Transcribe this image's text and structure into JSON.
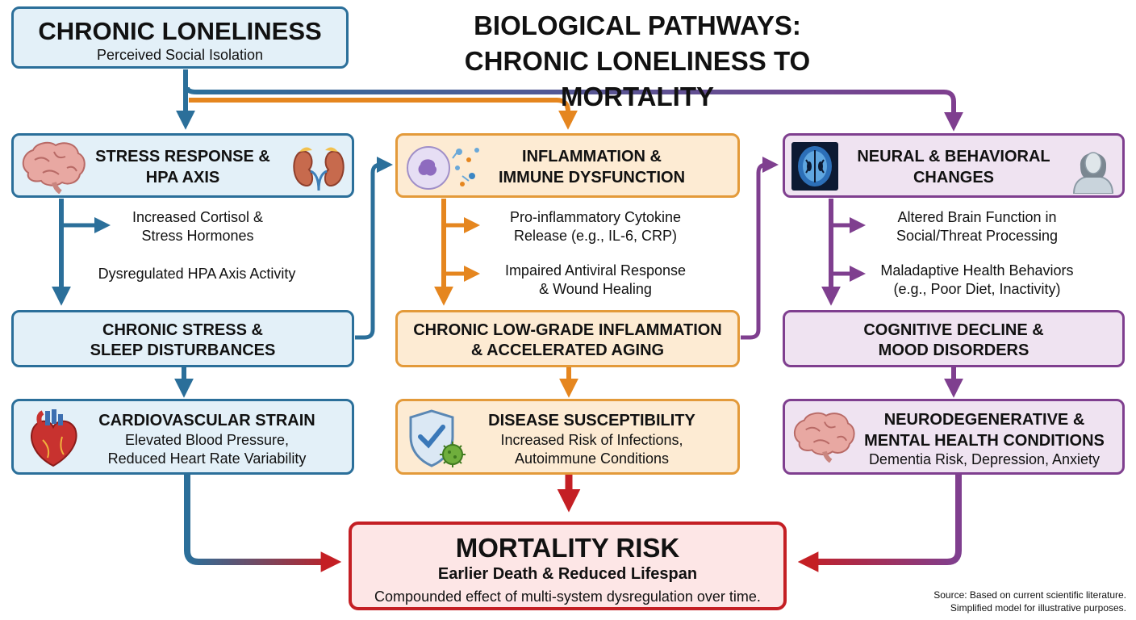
{
  "title": {
    "line1": "BIOLOGICAL PATHWAYS:",
    "line2": "CHRONIC LONELINESS TO MORTALITY"
  },
  "source": {
    "line1": "Source: Based on current scientific literature.",
    "line2": "Simplified model for illustrative purposes."
  },
  "colors": {
    "blue": "#2b6f9a",
    "orange": "#e5861f",
    "purple": "#7f3f8f",
    "red": "#c41f24"
  },
  "top": {
    "heading": "CHRONIC LONELINESS",
    "sub": "Perceived Social Isolation"
  },
  "stress": {
    "heading1": "STRESS RESPONSE &",
    "heading2": "HPA AXIS",
    "label1a": "Increased Cortisol &",
    "label1b": "Stress Hormones",
    "label2": "Dysregulated HPA Axis Activity",
    "mid1": "CHRONIC STRESS &",
    "mid2": "SLEEP DISTURBANCES",
    "out_heading": "CARDIOVASCULAR STRAIN",
    "out1": "Elevated Blood Pressure,",
    "out2": "Reduced Heart Rate Variability",
    "icons": [
      "brain-icon",
      "kidney-adrenal-icon",
      "heart-icon"
    ]
  },
  "inflammation": {
    "heading1": "INFLAMMATION &",
    "heading2": "IMMUNE DYSFUNCTION",
    "label1a": "Pro-inflammatory Cytokine",
    "label1b": "Release (e.g., IL-6, CRP)",
    "label2a": "Impaired Antiviral Response",
    "label2b": "& Wound Healing",
    "mid1": "CHRONIC LOW-GRADE INFLAMMATION",
    "mid2": "& ACCELERATED AGING",
    "out_heading": "DISEASE SUSCEPTIBILITY",
    "out1": "Increased Risk of Infections,",
    "out2": "Autoimmune Conditions",
    "icons": [
      "immune-cell-icon",
      "shield-check-icon"
    ]
  },
  "neural": {
    "heading1": "NEURAL & BEHAVIORAL",
    "heading2": "CHANGES",
    "label1a": "Altered Brain Function in",
    "label1b": "Social/Threat Processing",
    "label2a": "Maladaptive Health Behaviors",
    "label2b": "(e.g., Poor Diet, Inactivity)",
    "mid1": "COGNITIVE DECLINE &",
    "mid2": "MOOD DISORDERS",
    "out_heading1": "NEURODEGENERATIVE &",
    "out_heading2": "MENTAL HEALTH CONDITIONS",
    "out1": "Dementia Risk, Depression, Anxiety",
    "icons": [
      "brain-scan-icon",
      "person-icon",
      "brain-icon"
    ]
  },
  "mortality": {
    "heading": "MORTALITY RISK",
    "sub": "Earlier Death & Reduced Lifespan",
    "note": "Compounded effect of multi-system dysregulation over time."
  }
}
